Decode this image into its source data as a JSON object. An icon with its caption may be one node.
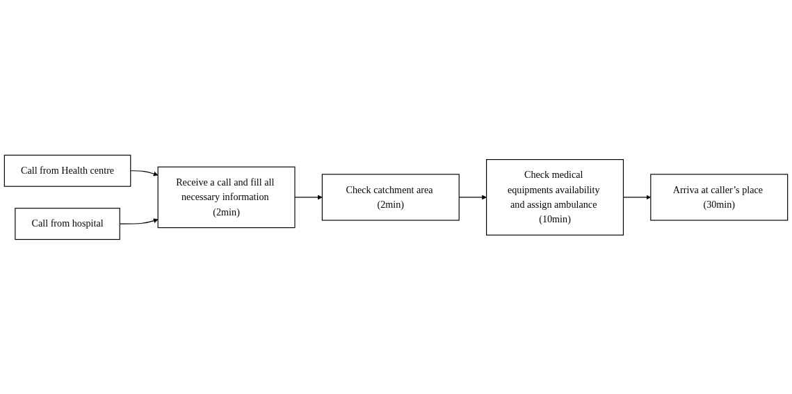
{
  "diagram": {
    "nodes": [
      {
        "text": [
          "Call from Health centre"
        ]
      },
      {
        "text": [
          "Receive a call and fill all necessary information (2min)"
        ]
      },
      {
        "text": [
          "Check catchment area (2min)"
        ]
      },
      {
        "text": [
          "Call from hospital"
        ]
      },
      {
        "text": [
          "Check medical equipments availability and assign ambulance (10min)"
        ]
      },
      {
        "text": [
          "Arriva at caller’s place (30min)"
        ]
      }
    ],
    "edges": [
      {
        "from": 0,
        "to": 1,
        "arrow": "to"
      },
      {
        "from": 3,
        "to": 1,
        "arrow": "to"
      },
      {
        "from": 1,
        "to": 2,
        "arrow": "to"
      },
      {
        "from": 2,
        "to": 4,
        "arrow": "to"
      },
      {
        "from": 4,
        "to": 5,
        "arrow": "to"
      }
    ]
  }
}
